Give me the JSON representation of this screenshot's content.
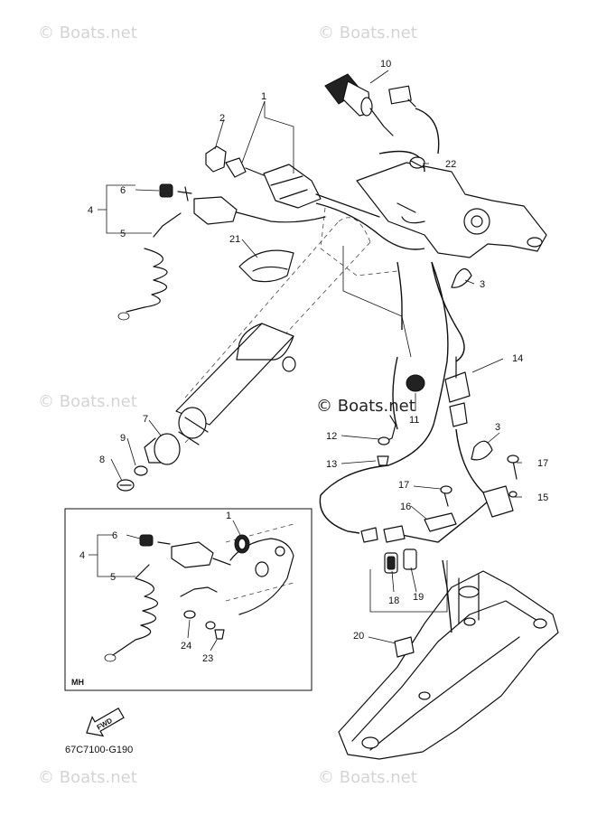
{
  "watermarks": {
    "top_left": "© Boats.net",
    "top_right": "© Boats.net",
    "mid_left": "© Boats.net",
    "mid_center": "© Boats.net",
    "bottom_left": "© Boats.net",
    "bottom_right": "© Boats.net"
  },
  "part_numbers": [
    "1",
    "2",
    "3",
    "3",
    "4",
    "5",
    "6",
    "7",
    "8",
    "9",
    "10",
    "11",
    "12",
    "13",
    "14",
    "15",
    "16",
    "17",
    "17",
    "18",
    "19",
    "20",
    "21",
    "22"
  ],
  "inset": {
    "label": "MH",
    "part_numbers": [
      "1",
      "4",
      "5",
      "6",
      "23",
      "24"
    ]
  },
  "direction_arrow": {
    "text": "FWD"
  },
  "diagram_code": "67C7100-G190"
}
